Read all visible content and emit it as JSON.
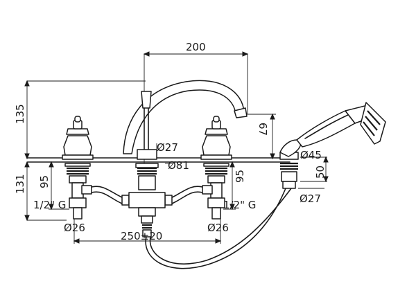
{
  "dimensions": {
    "top_width": "200",
    "height_above_deck": "135",
    "height_below_deck": "131",
    "valve_body_height_left": "95",
    "valve_body_height_right": "95",
    "spout_diameter": "Ø27",
    "spout_base_diameter": "Ø81",
    "spout_reach": "67",
    "handshower_holder_diameter": "Ø45",
    "handshower_holder_height": "50",
    "handshower_connector_diameter": "Ø27",
    "inlet_thread_left": "1/2\" G",
    "inlet_thread_right": "1/2\" G",
    "inlet_diameter_left": "Ø26",
    "inlet_diameter_right": "Ø26",
    "centre_distance": "250±20"
  }
}
